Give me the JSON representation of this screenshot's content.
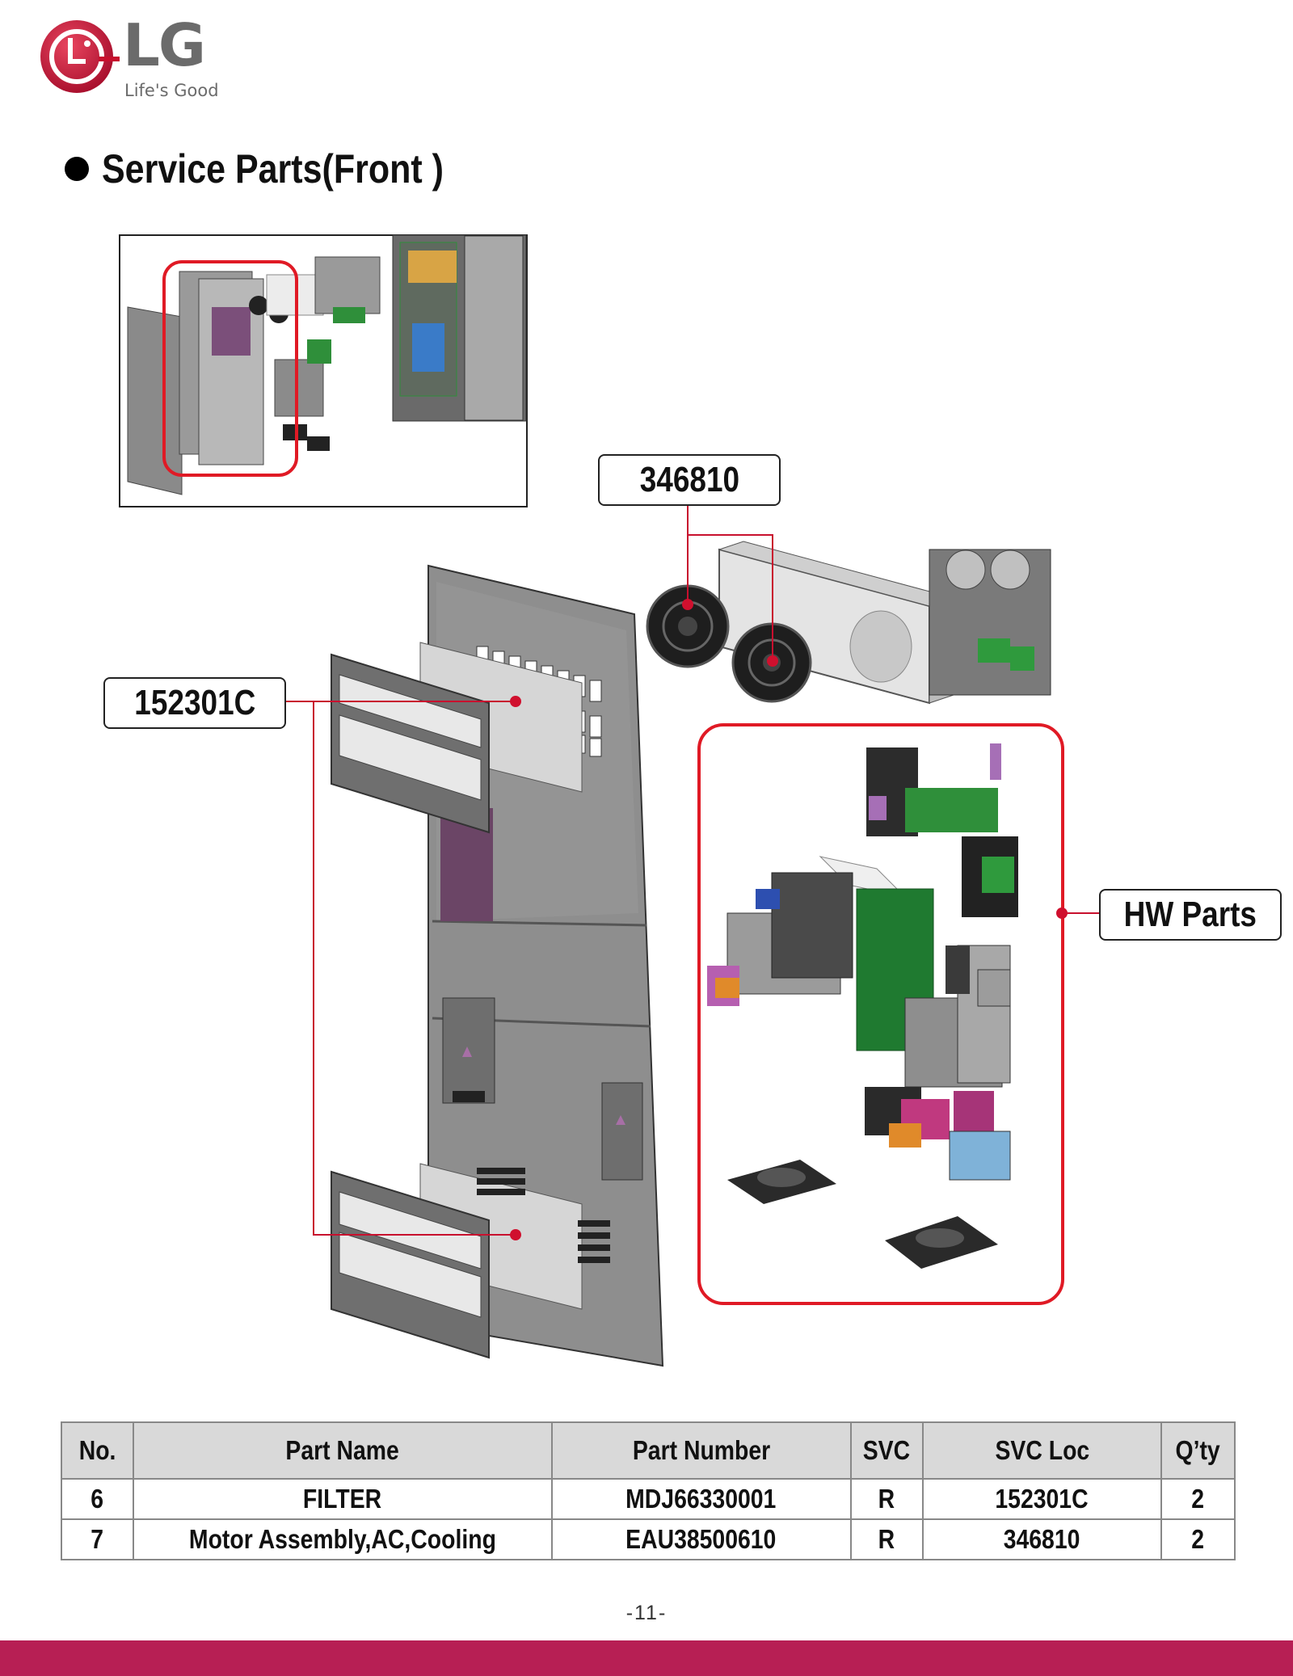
{
  "brand": {
    "wordmark": "LG",
    "tagline": "Life's Good",
    "colors": {
      "accent": "#c8102e",
      "grey": "#6b6b6b",
      "footer": "#b71f54"
    }
  },
  "section": {
    "title": "Service Parts(Front )"
  },
  "callouts": {
    "motor": "346810",
    "filter": "152301C",
    "hw": "HW Parts"
  },
  "table": {
    "headers": [
      "No.",
      "Part Name",
      "Part Number",
      "SVC",
      "SVC Loc",
      "Q’ty"
    ],
    "rows": [
      [
        "6",
        "FILTER",
        "MDJ66330001",
        "R",
        "152301C",
        "2"
      ],
      [
        "7",
        "Motor Assembly,AC,Cooling",
        "EAU38500610",
        "R",
        "346810",
        "2"
      ]
    ]
  },
  "footer": {
    "page": "-11-"
  }
}
